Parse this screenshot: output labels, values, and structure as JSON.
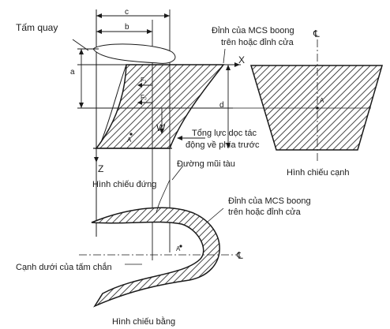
{
  "labels": {
    "tam_quay": "Tấm quay",
    "dinh_mcs_top_1": "Đỉnh của MCS boong",
    "dinh_mcs_top_2": "trên hoặc đỉnh cửa",
    "x_axis": "X",
    "z_axis": "Z",
    "w_label": "W",
    "a_dim": "a",
    "b_dim": "b",
    "c_dim": "c",
    "d_dim": "d",
    "f1": "F₁",
    "f2": "F₂",
    "a_point_side": "A",
    "a_point_front": "A",
    "a_point_plan": "A",
    "tong_luc_1": "Tổng lực dọc tác",
    "tong_luc_2": "động về phía trước",
    "hinh_chieu_canh": "Hình chiếu cạnh",
    "duong_mui_tau": "Đường mũi tàu",
    "hinh_chieu_dung": "Hình chiếu đứng",
    "dinh_mcs_mid_1": "Đỉnh của MCS boong",
    "dinh_mcs_mid_2": "trên hoặc đỉnh cửa",
    "canh_duoi": "Cạnh dưới của tấm chắn",
    "hinh_chieu_bang": "Hình chiếu bằng",
    "cl_top": "℄",
    "cl_bottom": "℄"
  },
  "colors": {
    "ink": "#1a1a1a",
    "hatch": "#2a2a2a",
    "background": "#ffffff"
  }
}
